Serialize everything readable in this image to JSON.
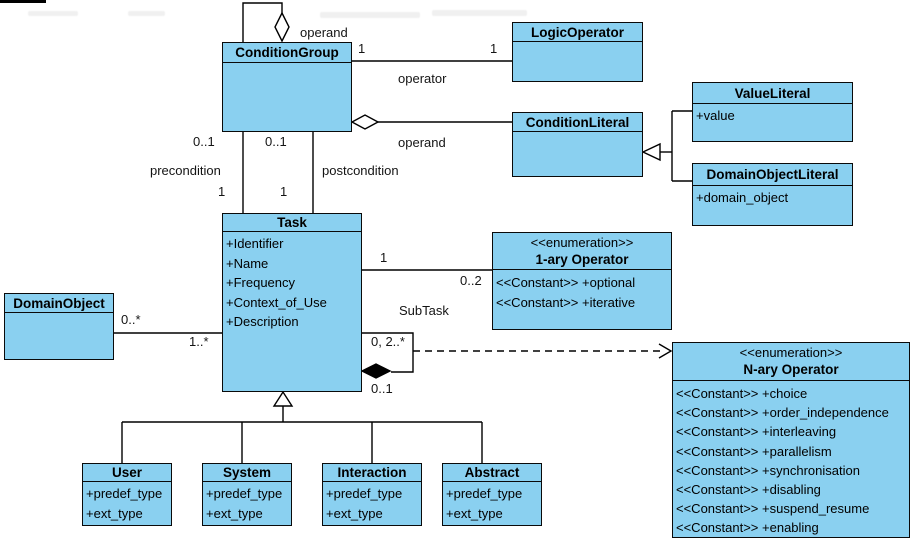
{
  "colors": {
    "class_fill": "#8AD0F0",
    "border": "#0a0a0a",
    "line": "#000000",
    "background": "#ffffff"
  },
  "classes": {
    "condition_group": {
      "name": "ConditionGroup",
      "attributes": []
    },
    "logic_operator": {
      "name": "LogicOperator",
      "attributes": []
    },
    "condition_literal": {
      "name": "ConditionLiteral",
      "attributes": []
    },
    "value_literal": {
      "name": "ValueLiteral",
      "attributes": [
        "+value"
      ]
    },
    "domain_object_literal": {
      "name": "DomainObjectLiteral",
      "attributes": [
        "+domain_object"
      ]
    },
    "task": {
      "name": "Task",
      "attributes": [
        "+Identifier",
        "+Name",
        "+Frequency",
        "+Context_of_Use",
        "+Description"
      ]
    },
    "domain_object": {
      "name": "DomainObject",
      "attributes": []
    },
    "unary_operator": {
      "stereotype": "<<enumeration>>",
      "name": "1-ary Operator",
      "attributes": [
        "<<Constant>> +optional",
        "<<Constant>> +iterative"
      ]
    },
    "nary_operator": {
      "stereotype": "<<enumeration>>",
      "name": "N-ary Operator",
      "attributes": [
        "<<Constant>> +choice",
        "<<Constant>> +order_independence",
        "<<Constant>> +interleaving",
        "<<Constant>> +parallelism",
        "<<Constant>> +synchronisation",
        "<<Constant>> +disabling",
        "<<Constant>> +suspend_resume",
        "<<Constant>> +enabling"
      ]
    },
    "user": {
      "name": "User",
      "attributes": [
        "+predef_type",
        "+ext_type"
      ]
    },
    "system": {
      "name": "System",
      "attributes": [
        "+predef_type",
        "+ext_type"
      ]
    },
    "interaction": {
      "name": "Interaction",
      "attributes": [
        "+predef_type",
        "+ext_type"
      ]
    },
    "abstract": {
      "name": "Abstract",
      "attributes": [
        "+predef_type",
        "+ext_type"
      ]
    }
  },
  "labels": {
    "operand_self": "operand",
    "mult_cg_operator": "1",
    "mult_lo_operator": "1",
    "role_operator": "operator",
    "role_operand": "operand",
    "mult_precondition_cg": "0..1",
    "mult_postcondition_cg": "0..1",
    "role_precondition": "precondition",
    "role_postcondition": "postcondition",
    "mult_precondition_task": "1",
    "mult_postcondition_task": "1",
    "mult_task_unary": "1",
    "mult_unary": "0..2",
    "role_subtask": "SubTask",
    "mult_subtask_child": "0, 2..*",
    "mult_subtask_parent": "0..1",
    "mult_domainobject": "0..*",
    "mult_task_domainobject": "1..*"
  }
}
